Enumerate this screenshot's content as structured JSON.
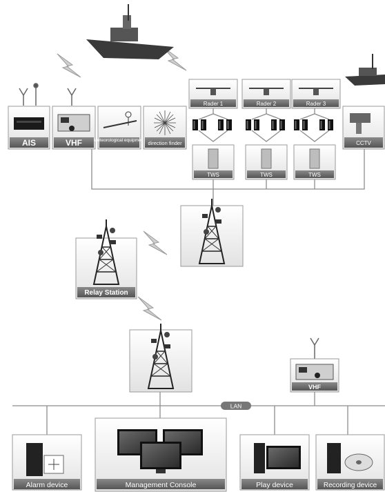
{
  "devices": {
    "ais": "AIS",
    "vhf_top": "VHF",
    "met": "Meteorological equipment",
    "df": "direction finder",
    "radar1": "Rader 1",
    "radar2": "Rader 2",
    "radar3": "Rader 3",
    "tws": "TWS",
    "cctv": "CCTV",
    "relay": "Relay Station",
    "vhf_bottom": "VHF",
    "lan": "LAN",
    "alarm": "Alarm device",
    "console": "Management Console",
    "play": "Play device",
    "recording": "Recording device"
  },
  "icons": {
    "ship": "ship-icon",
    "antenna": "antenna-icon",
    "tower": "tower-icon",
    "lightning": "wireless-link-icon",
    "monitor": "monitor-icon",
    "pc": "computer-icon"
  },
  "colors": {
    "line": "#8c8c8c",
    "label_bg": "#6e6e6e",
    "box_border": "#9a9a9a",
    "box_bg": "#f3f3f3"
  }
}
